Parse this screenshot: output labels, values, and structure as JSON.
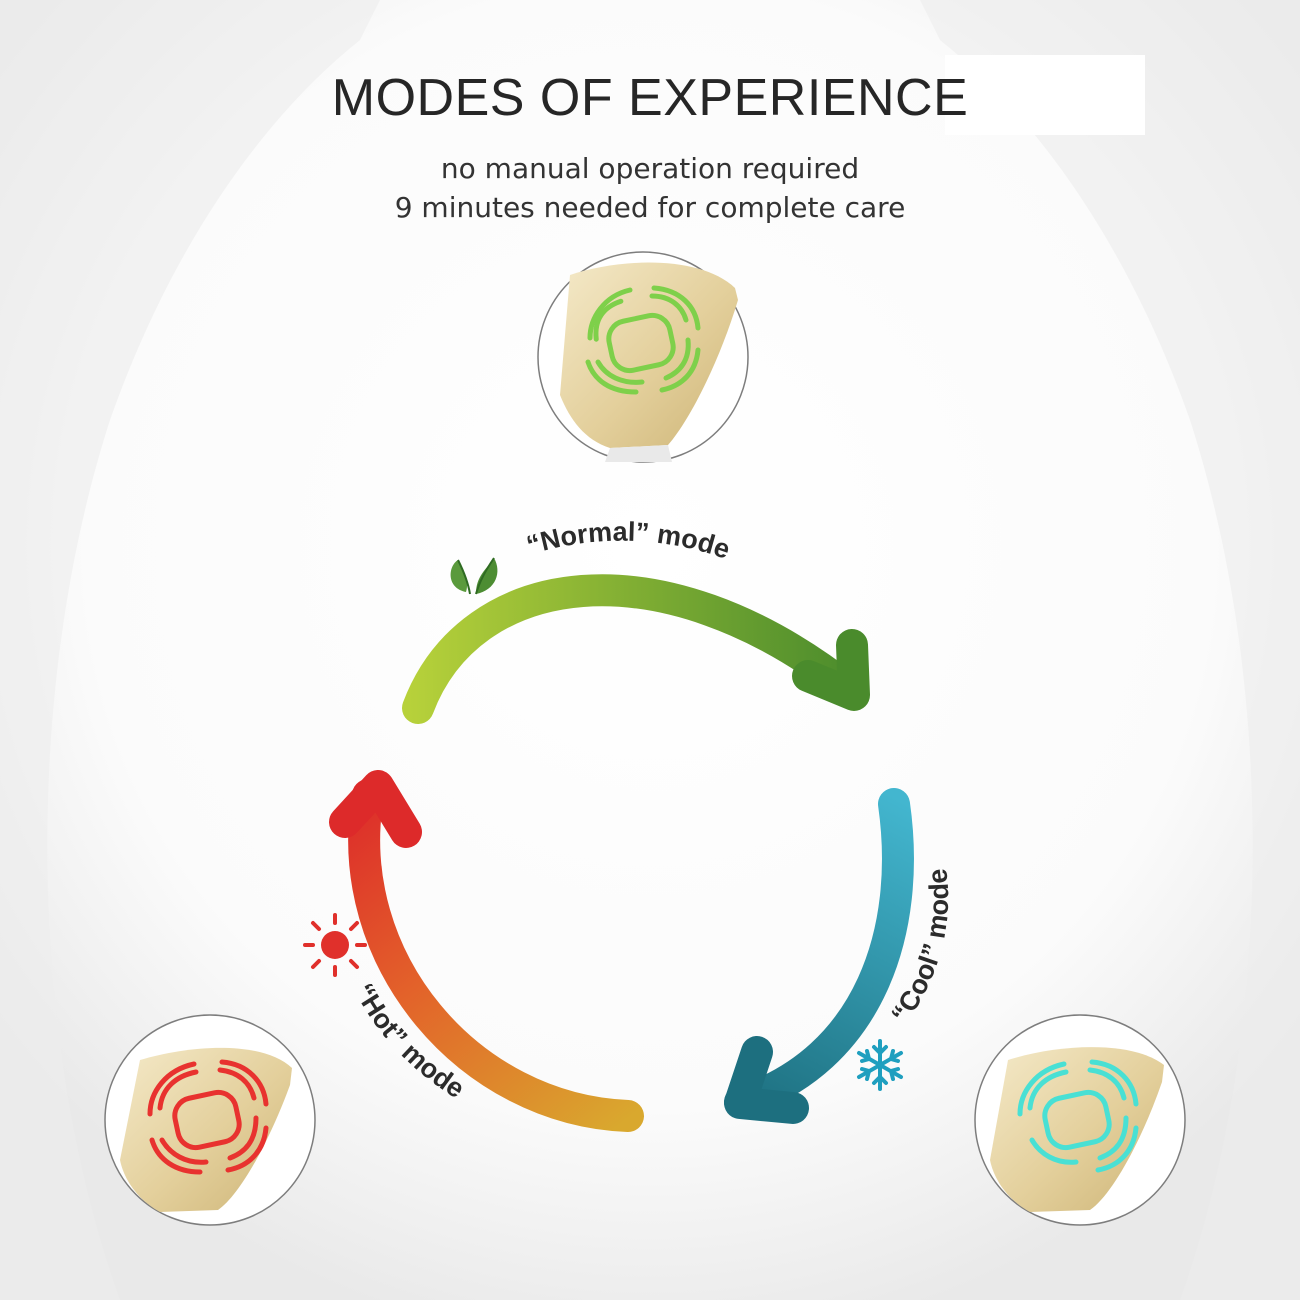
{
  "header": {
    "title": "MODES OF EXPERIENCE",
    "subtitle_line1": "no manual operation required",
    "subtitle_line2": "9 minutes needed for complete care"
  },
  "modes": [
    {
      "label": "“Normal” mode",
      "icon": "leaf-icon",
      "color": "#7cc142"
    },
    {
      "label": "“Cool” mode",
      "icon": "snowflake-icon",
      "color": "#2aa1b8"
    },
    {
      "label": "“Hot” mode",
      "icon": "sun-icon",
      "color": "#e02f2b"
    }
  ],
  "colors": {
    "normal_start": "#b7d13a",
    "normal_end": "#4a8b2c",
    "cool_start": "#43b6cf",
    "cool_end": "#1d6f7f",
    "hot_start": "#d9a82e",
    "hot_end": "#dd2a2a",
    "light_green": "#7ed04a",
    "light_cyan": "#49e0d4",
    "light_red": "#e8322f"
  }
}
